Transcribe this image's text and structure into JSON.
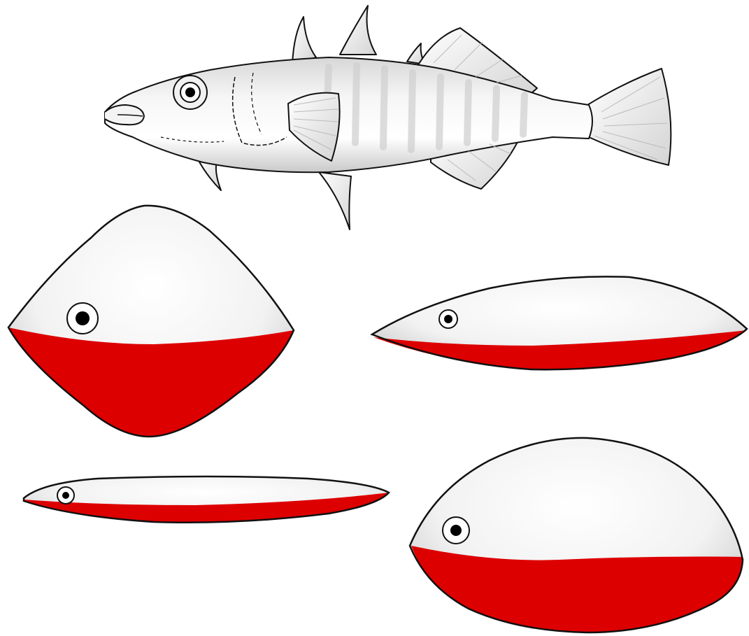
{
  "figure": {
    "colors": {
      "background": "#ffffff",
      "outline": "#111111",
      "body_light": "#ffffff",
      "body_shade": "#c8c8c8",
      "belly_red": "#dd0000",
      "eye_pupil": "#000000"
    },
    "items": [
      {
        "name": "stickleback-fish-drawing",
        "kind": "realistic fish"
      },
      {
        "name": "dummy-deep-diamond",
        "kind": "model",
        "red_belly": true
      },
      {
        "name": "dummy-slender",
        "kind": "model",
        "red_belly": true
      },
      {
        "name": "dummy-very-slender",
        "kind": "model",
        "red_belly": true
      },
      {
        "name": "dummy-round",
        "kind": "model",
        "red_belly": true
      }
    ]
  }
}
